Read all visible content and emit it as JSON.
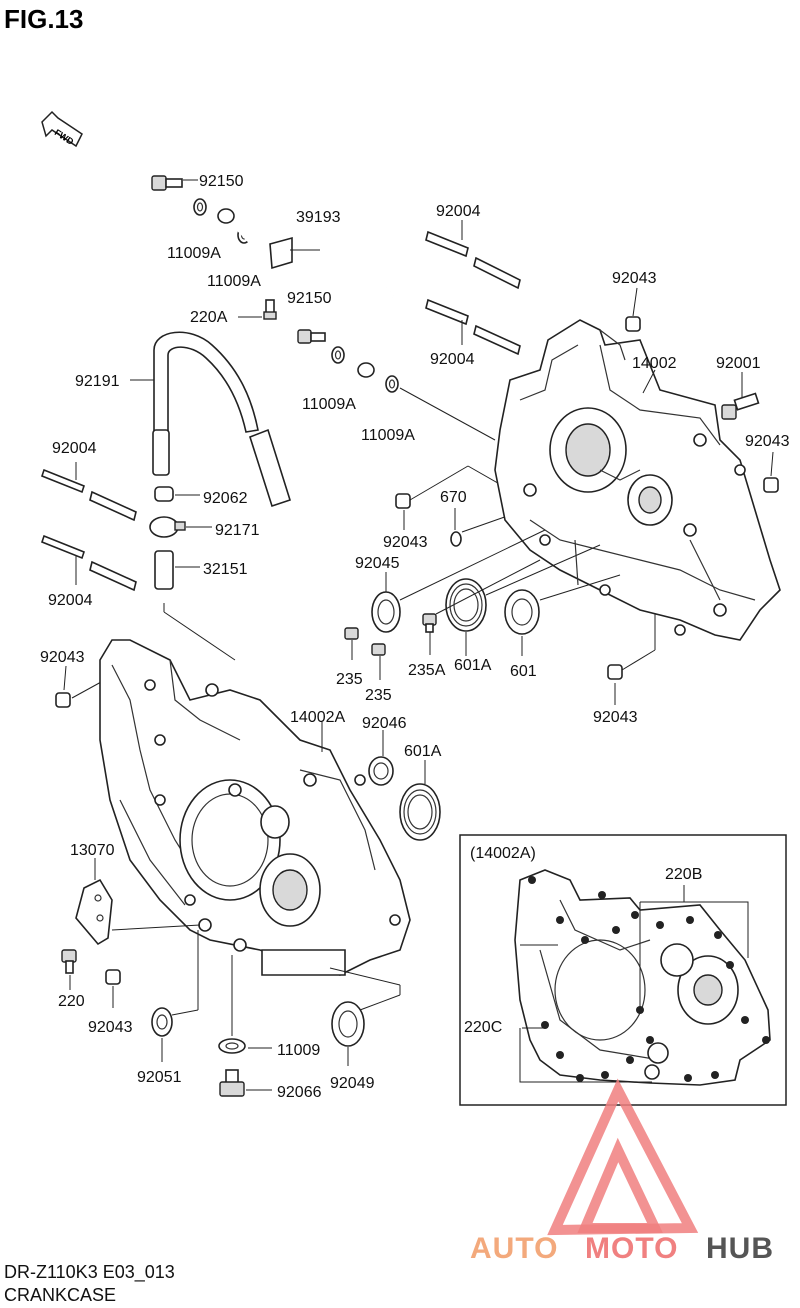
{
  "figure": {
    "title": "FIG.13",
    "fwd_label": "FWD"
  },
  "footer": {
    "model_code": "DR-Z110K3 E03_013",
    "section_name": "CRANKCASE"
  },
  "inset": {
    "title": "(14002A)"
  },
  "watermark": {
    "part1": "AUTO",
    "part2": "MOTO",
    "part3": "HUB"
  },
  "colors": {
    "line": "#222222",
    "watermark_red": "#f07f7f",
    "watermark_orange": "#f3a97c",
    "watermark_gray": "#555555"
  },
  "parts": [
    {
      "id": "p_92150a",
      "label": "92150"
    },
    {
      "id": "p_39193",
      "label": "39193"
    },
    {
      "id": "p_11009a_1",
      "label": "11009A"
    },
    {
      "id": "p_11009a_2",
      "label": "11009A"
    },
    {
      "id": "p_220a",
      "label": "220A"
    },
    {
      "id": "p_92150b",
      "label": "92150"
    },
    {
      "id": "p_11009a_3",
      "label": "11009A"
    },
    {
      "id": "p_11009a_4",
      "label": "11009A"
    },
    {
      "id": "p_92004_tr1",
      "label": "92004"
    },
    {
      "id": "p_92004_tr2",
      "label": "92004"
    },
    {
      "id": "p_92043_tr",
      "label": "92043"
    },
    {
      "id": "p_14002",
      "label": "14002"
    },
    {
      "id": "p_92001",
      "label": "92001"
    },
    {
      "id": "p_92043_r",
      "label": "92043"
    },
    {
      "id": "p_92191",
      "label": "92191"
    },
    {
      "id": "p_92004_l1",
      "label": "92004"
    },
    {
      "id": "p_92062",
      "label": "92062"
    },
    {
      "id": "p_92171",
      "label": "92171"
    },
    {
      "id": "p_32151",
      "label": "32151"
    },
    {
      "id": "p_92004_l2",
      "label": "92004"
    },
    {
      "id": "p_670",
      "label": "670"
    },
    {
      "id": "p_92043_m",
      "label": "92043"
    },
    {
      "id": "p_92045",
      "label": "92045"
    },
    {
      "id": "p_235_1",
      "label": "235"
    },
    {
      "id": "p_235_2",
      "label": "235"
    },
    {
      "id": "p_235a",
      "label": "235A"
    },
    {
      "id": "p_601a_1",
      "label": "601A"
    },
    {
      "id": "p_601",
      "label": "601"
    },
    {
      "id": "p_92043_mr",
      "label": "92043"
    },
    {
      "id": "p_92043_l",
      "label": "92043"
    },
    {
      "id": "p_14002a",
      "label": "14002A"
    },
    {
      "id": "p_92046",
      "label": "92046"
    },
    {
      "id": "p_601a_2",
      "label": "601A"
    },
    {
      "id": "p_13070",
      "label": "13070"
    },
    {
      "id": "p_220",
      "label": "220"
    },
    {
      "id": "p_92043_bl",
      "label": "92043"
    },
    {
      "id": "p_92051",
      "label": "92051"
    },
    {
      "id": "p_11009",
      "label": "11009"
    },
    {
      "id": "p_92066",
      "label": "92066"
    },
    {
      "id": "p_92049",
      "label": "92049"
    },
    {
      "id": "p_220b",
      "label": "220B"
    },
    {
      "id": "p_220c",
      "label": "220C"
    }
  ]
}
